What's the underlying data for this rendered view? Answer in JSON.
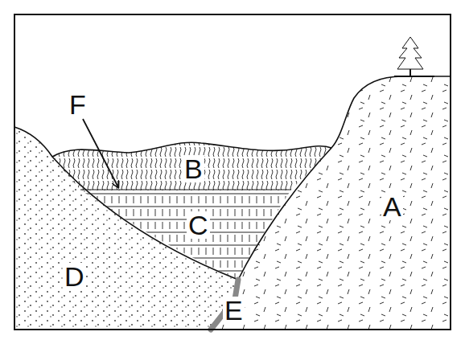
{
  "diagram": {
    "labels": [
      "F",
      "B",
      "C",
      "A",
      "D",
      "E"
    ]
  }
}
